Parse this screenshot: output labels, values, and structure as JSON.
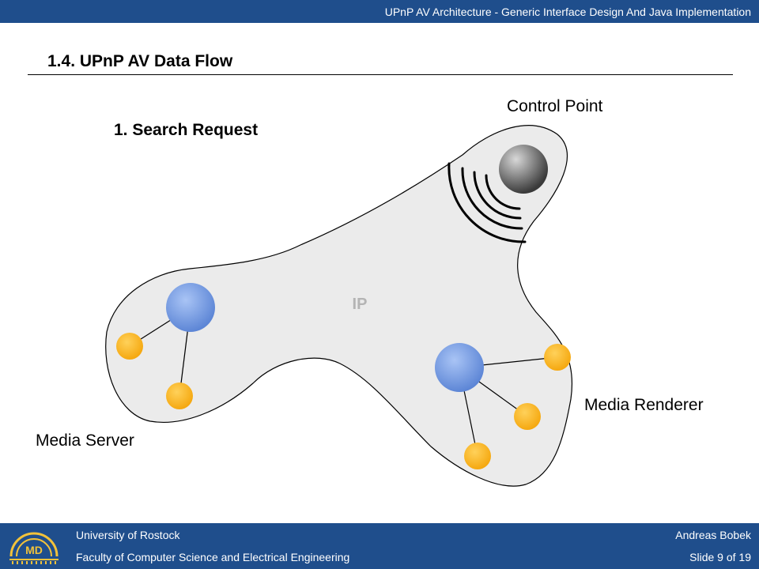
{
  "header": {
    "document_title": "UPnP AV Architecture - Generic Interface Design And Java Implementation"
  },
  "slide": {
    "title": "1.4. UPnP AV Data Flow",
    "step_label": "1. Search Request"
  },
  "diagram": {
    "network_label": "IP",
    "control_point_label": "Control Point",
    "media_renderer_label": "Media Renderer",
    "media_server_label": "Media Server",
    "colors": {
      "network_fill": "#ebebeb",
      "device_node": "#7ea3e6",
      "service_node": "#ffc02a",
      "control_point_node": "#777777"
    }
  },
  "footer": {
    "university": "University of Rostock",
    "faculty": "Faculty of Computer Science and Electrical Engineering",
    "author": "Andreas Bobek",
    "slide_number": "Slide 9 of 19",
    "logo_text": "MD"
  },
  "theme": {
    "bar_color": "#1f4e8c"
  }
}
